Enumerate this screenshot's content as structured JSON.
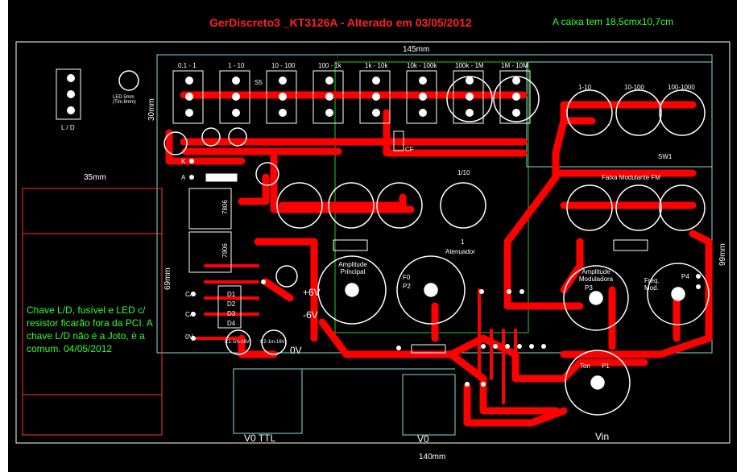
{
  "title": "GerDiscreto3 _KT3126A - Alterado em 03/05/2012",
  "note_top": "A caixa tem 18,5cmx10,7cm",
  "note_left": "Chave L/D, fusível e LED c/ resistor ficarão fora da PCI. A chave L/D não é a Joto, é a comum. 04/05/2012",
  "dimensions": {
    "top": "145mm",
    "bottom": "140mm",
    "left_width": "35mm",
    "left_height_30": "30mm",
    "left_height_69": "69mm",
    "right_height": "99mm"
  },
  "range_labels": [
    "0,1 - 1",
    "1 - 10",
    "10 - 100",
    "100 - 1k",
    "1k - 10k",
    "10k - 100k",
    "100k - 1M",
    "1M - 10M"
  ],
  "fm_range_labels": [
    "1-10",
    "10-100",
    "100-1000"
  ],
  "components": {
    "ld_switch": "L / D",
    "led_note": "LED 5mm (Tim 6mm)",
    "s5": "S5",
    "cf": "CF",
    "attenuator_ratio": "1/10",
    "attenuator_one": "1",
    "attenuator": "Atenuador",
    "fm_band": "Faixa Modulante FM",
    "amp_main": "Amplitude Principal",
    "f0": "F0",
    "p2": "P2",
    "amp_mod": "Amplitude Moduladora",
    "p3": "P3",
    "freq_mod": "Freq. Mod.",
    "p4": "P4",
    "ton": "Ton",
    "p1": "P1",
    "reg1": "7806",
    "reg2": "7906",
    "plus6": "+6V",
    "minus6": "-6V",
    "zero_v": "0V",
    "ca1": "CA",
    "ca2": "CA",
    "ov_pad": "0V",
    "k_pad": "K",
    "a_pad": "A",
    "diodes": [
      "D1",
      "D2",
      "D3",
      "D4"
    ],
    "caps_power": [
      "C1-1m-16V",
      "C2-1m-16V"
    ],
    "v0_ttl": "V0 TTL",
    "v0": "V0",
    "vin": "Vin",
    "sw1": "SW1"
  },
  "colors": {
    "background": "#000000",
    "trace": "#ff0000",
    "pad": "#ffffff",
    "outline_cyan": "#88dddd",
    "outline_green": "#22cc22",
    "outline_white": "#ffffff",
    "title": "#ff2222",
    "note": "#33ff33"
  }
}
